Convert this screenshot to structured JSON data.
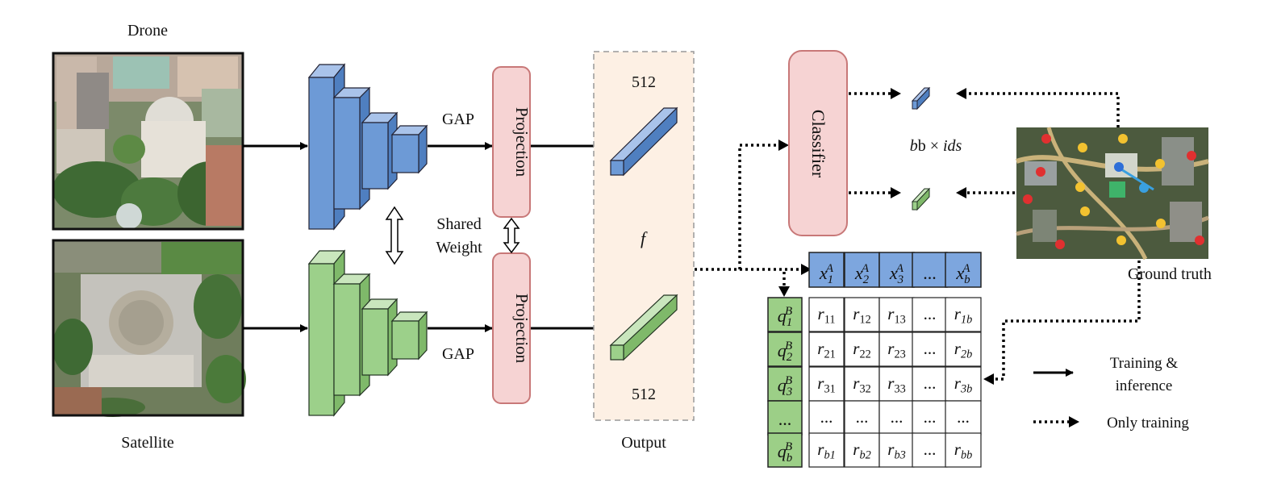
{
  "labels": {
    "drone": "Drone",
    "satellite": "Satellite",
    "gap_top": "GAP",
    "gap_bottom": "GAP",
    "projection_top": "Projection",
    "projection_bottom": "Projection",
    "shared_line1": "Shared",
    "shared_line2": "Weight",
    "dim_top": "512",
    "dim_bottom": "512",
    "feature": "f",
    "output": "Output",
    "classifier": "Classifier",
    "b_times": "b × ",
    "ids": "ids",
    "ground_truth": "Ground truth",
    "legend_solid_line1": "Training &",
    "legend_solid_line2": "inference",
    "legend_dotted": "Only training"
  },
  "matrix": {
    "columns": [
      {
        "base": "x",
        "sub": "1",
        "sup": "A"
      },
      {
        "base": "x",
        "sub": "2",
        "sup": "A"
      },
      {
        "base": "x",
        "sub": "3",
        "sup": "A"
      },
      {
        "ellipsis": "..."
      },
      {
        "base": "x",
        "sub": "b",
        "sup": "A"
      }
    ],
    "rows_header": [
      {
        "base": "q",
        "sub": "1",
        "sup": "B"
      },
      {
        "base": "q",
        "sub": "2",
        "sup": "B"
      },
      {
        "base": "q",
        "sub": "3",
        "sup": "B"
      },
      {
        "ellipsis": "..."
      },
      {
        "base": "q",
        "sub": "b",
        "sup": "B"
      }
    ],
    "cells": [
      [
        {
          "b": "r",
          "s": "11"
        },
        {
          "b": "r",
          "s": "12"
        },
        {
          "b": "r",
          "s": "13"
        },
        {
          "e": "..."
        },
        {
          "b": "r",
          "s": "1b"
        }
      ],
      [
        {
          "b": "r",
          "s": "21"
        },
        {
          "b": "r",
          "s": "22"
        },
        {
          "b": "r",
          "s": "23"
        },
        {
          "e": "..."
        },
        {
          "b": "r",
          "s": "2b"
        }
      ],
      [
        {
          "b": "r",
          "s": "31"
        },
        {
          "b": "r",
          "s": "32"
        },
        {
          "b": "r",
          "s": "33"
        },
        {
          "e": "..."
        },
        {
          "b": "r",
          "s": "3b"
        }
      ],
      [
        {
          "e": "..."
        },
        {
          "e": "..."
        },
        {
          "e": "..."
        },
        {
          "e": "..."
        },
        {
          "e": "..."
        }
      ],
      [
        {
          "b": "r",
          "s": "b1"
        },
        {
          "b": "r",
          "s": "b2"
        },
        {
          "b": "r",
          "s": "b3"
        },
        {
          "e": "..."
        },
        {
          "b": "r",
          "s": "bb"
        }
      ]
    ]
  },
  "colors": {
    "drone_branch": "#6d9ad6",
    "satellite_branch": "#9cd08a",
    "projection_fill": "#f6d3d3",
    "projection_stroke": "#c87878",
    "output_fill": "#fdf0e4",
    "header_blue": "#7da6de",
    "header_green": "#9ccf87"
  }
}
